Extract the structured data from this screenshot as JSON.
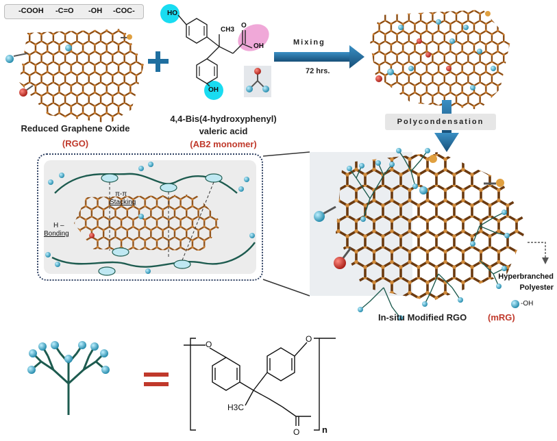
{
  "legend": {
    "items": [
      {
        "label": "-COOH"
      },
      {
        "label": "-C=O"
      },
      {
        "label": "-OH"
      },
      {
        "label": "-COC-"
      }
    ]
  },
  "rgo": {
    "name": "Reduced Graphene Oxide",
    "abbr": "(RGO)"
  },
  "monomer": {
    "name_line1": "4,4-Bis(4-hydroxyphenyl)",
    "name_line2": "valeric acid",
    "abbr": "(AB2 monomer)"
  },
  "structure": {
    "ho_top": "HO",
    "ch3": "CH3",
    "oh_acid": "OH",
    "ho_bottom": "OH",
    "o_carbonyl": "O"
  },
  "mixing": {
    "label": "Mixing",
    "time": "72 hrs."
  },
  "polycondensation": {
    "label": "Polycondensation"
  },
  "inset": {
    "pipi_line1": "π-π",
    "pipi_line2": "Stacking",
    "h_line1": "H –",
    "h_line2": "Bonding"
  },
  "mrg": {
    "name": "In-situ Modified RGO",
    "abbr": "(mRG)"
  },
  "hyperbranched": {
    "line1": "Hyperbranched",
    "line2": "Polyester",
    "oh": "-OH"
  },
  "polymer": {
    "o_left": "O",
    "o_right": "O",
    "h3c": "H3C",
    "o_bottom": "O",
    "n": "n"
  },
  "colors": {
    "graphene": "#b5651d",
    "oh_ball": "#c0392b",
    "co_ball": "#3fa7c9",
    "arrow": "#1f6fa0",
    "polymer_green": "#1d5b4f",
    "equals": "#c0392b"
  }
}
